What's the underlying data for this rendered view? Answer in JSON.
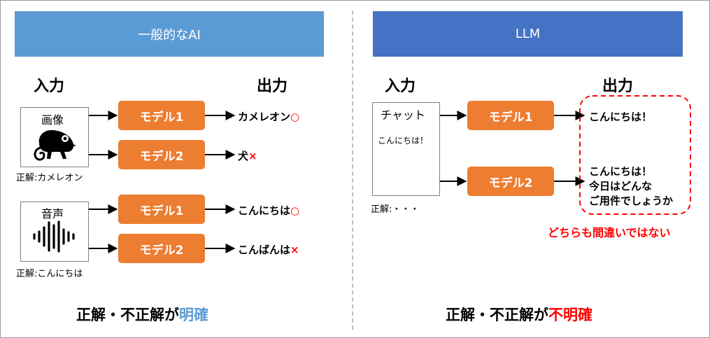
{
  "colors": {
    "left_banner": "#5B9BD5",
    "right_banner": "#4472C4",
    "model": "#ED7D31",
    "accent_red": "#FF0000",
    "accent_blue": "#5B9BD5"
  },
  "left": {
    "banner": "一般的なAI",
    "input_header": "入力",
    "output_header": "出力",
    "image_box": {
      "label": "画像",
      "icon": "chameleon-icon",
      "answer": "正解:カメレオン"
    },
    "audio_box": {
      "label": "音声",
      "icon": "waveform-icon",
      "answer": "正解:こんにちは"
    },
    "image_models": [
      {
        "label": "モデル1",
        "output": "カメレオン",
        "mark": "○"
      },
      {
        "label": "モデル2",
        "output": "犬",
        "mark": "×"
      }
    ],
    "audio_models": [
      {
        "label": "モデル1",
        "output": "こんにちは",
        "mark": "○"
      },
      {
        "label": "モデル2",
        "output": "こんばんは",
        "mark": "×"
      }
    ],
    "conclusion_prefix": "正解・不正解が",
    "conclusion_emph": "明確"
  },
  "right": {
    "banner": "LLM",
    "input_header": "入力",
    "output_header": "出力",
    "chat_box": {
      "label": "チャット",
      "text": "こんにちは！",
      "answer": "正解:・・・"
    },
    "models": [
      {
        "label": "モデル1",
        "output_lines": [
          "こんにちは！"
        ]
      },
      {
        "label": "モデル2",
        "output_lines": [
          "こんにちは！",
          "今日はどんな",
          "ご用件でしょうか"
        ]
      }
    ],
    "note": "どちらも間違いではない",
    "conclusion_prefix": "正解・不正解が",
    "conclusion_emph": "不明確"
  }
}
